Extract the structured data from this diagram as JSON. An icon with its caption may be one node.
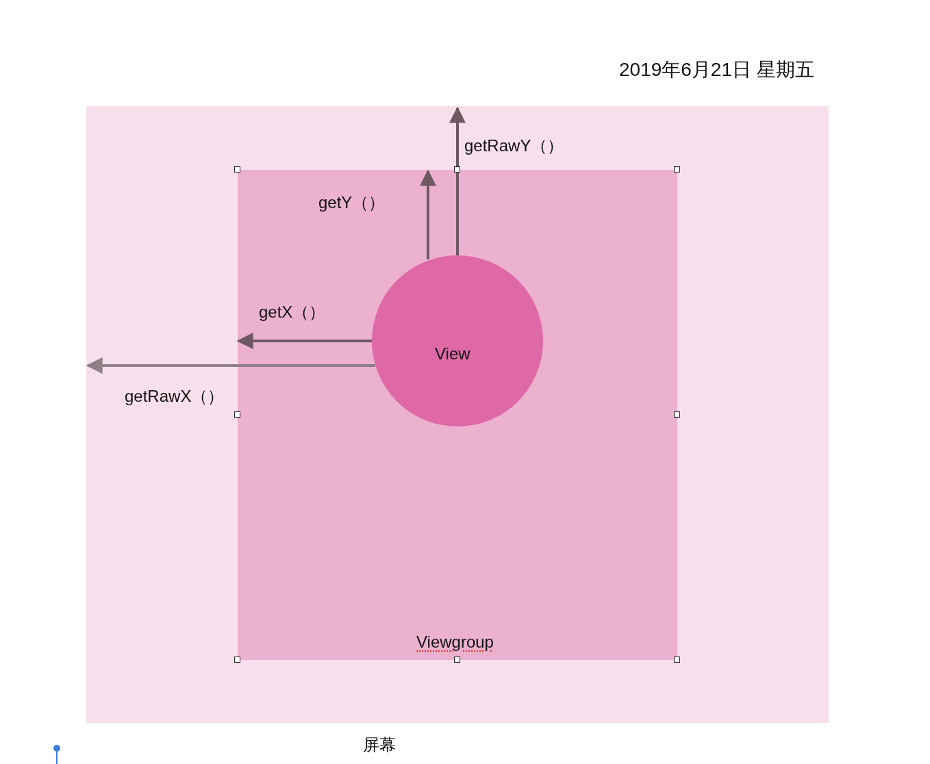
{
  "diagram": {
    "nodes": [
      {
        "text": [
          "屏幕"
        ]
      },
      {
        "text": [
          "Viewgroup"
        ],
        "in": 0
      },
      {
        "text": [
          "View"
        ],
        "in": 1
      }
    ],
    "edges": [
      {
        "from": 2,
        "to": null,
        "arrow": "to",
        "label": "getRawY（）"
      },
      {
        "from": 2,
        "to": null,
        "arrow": "to",
        "label": "getY（）"
      },
      {
        "from": 2,
        "to": null,
        "arrow": "to",
        "label": "getX（）"
      },
      {
        "from": 2,
        "to": null,
        "arrow": "to",
        "label": "getRawX（）",
        "color": "#8f7f87"
      }
    ],
    "labels": [
      "2019年6月21日 星期五"
    ]
  }
}
